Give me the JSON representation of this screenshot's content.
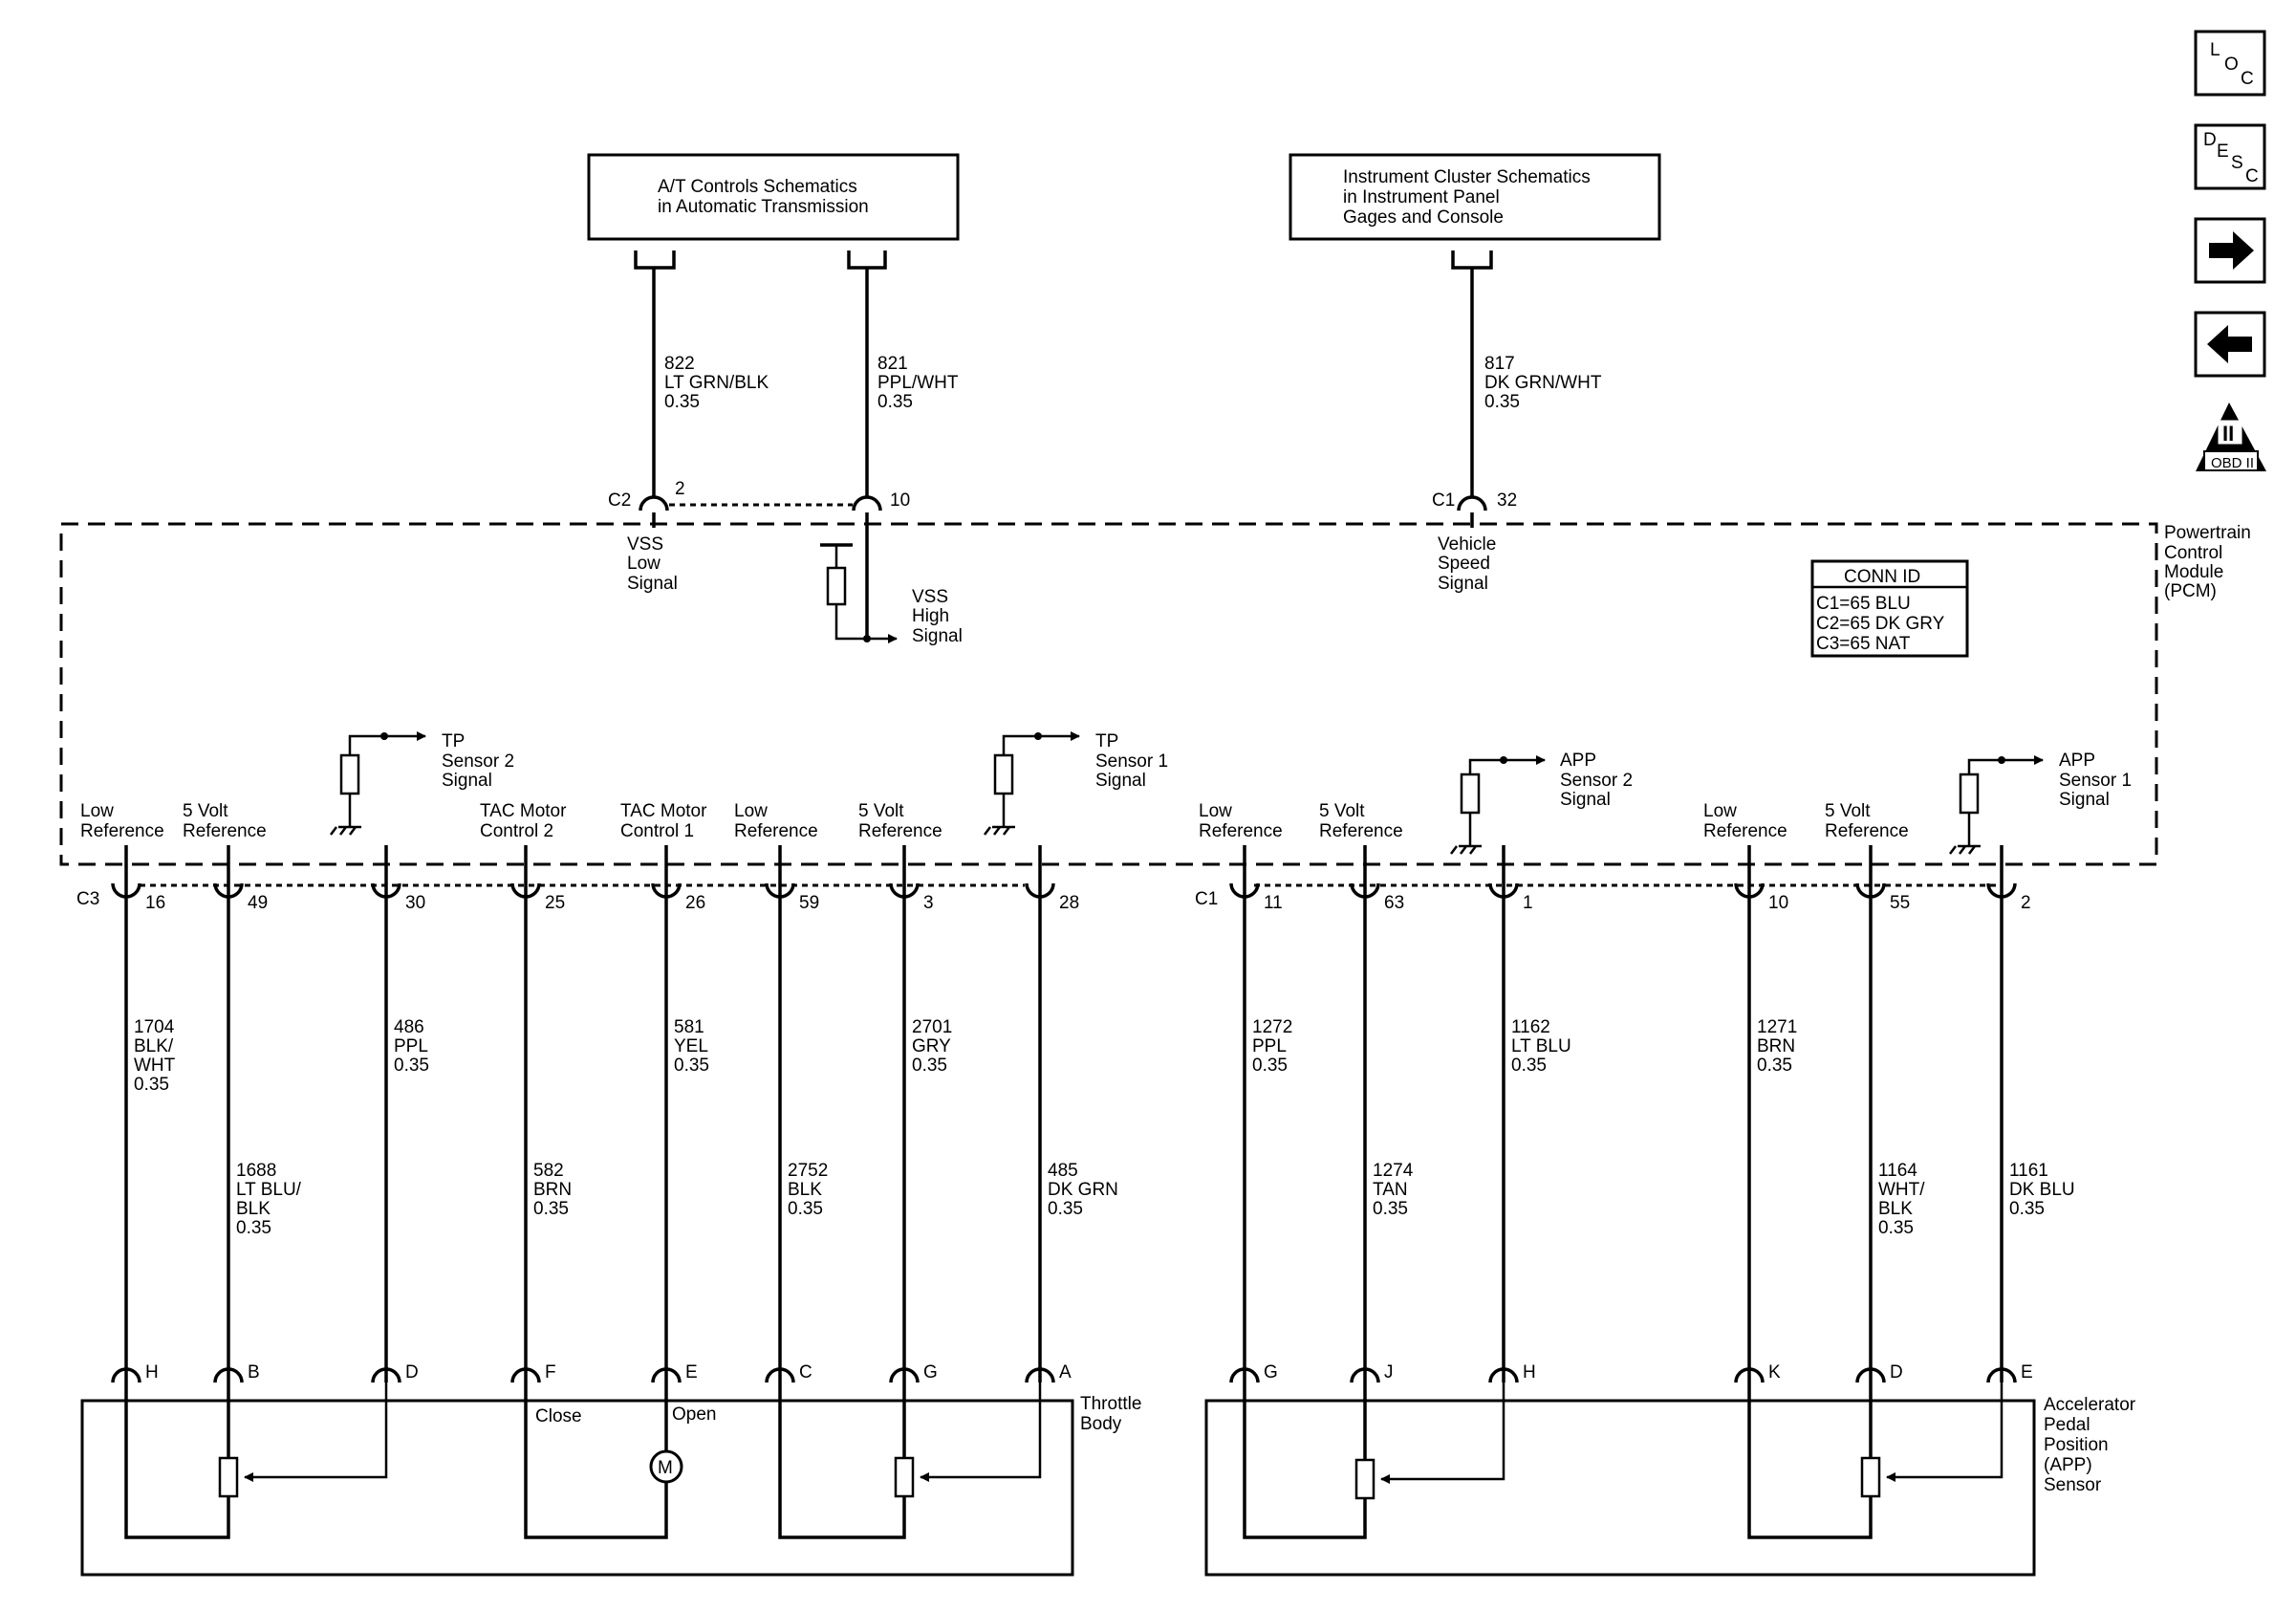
{
  "nav": {
    "loc": [
      "L",
      "O",
      "C"
    ],
    "desc": [
      "D",
      "E",
      "S",
      "C"
    ],
    "obd": {
      "numeral": "II",
      "label": "OBD II"
    }
  },
  "refs": {
    "at_controls": [
      "A/T Controls Schematics",
      "in Automatic Transmission"
    ],
    "instrument_cluster": [
      "Instrument Cluster Schematics",
      "in Instrument Panel",
      "Gages and Console"
    ]
  },
  "pcm": {
    "name": [
      "Powertrain",
      "Control",
      "Module",
      "(PCM)"
    ],
    "conn_id": {
      "title": "CONN ID",
      "lines": [
        "C1=65 BLU",
        "C2=65 DK GRY",
        "C3=65 NAT"
      ]
    }
  },
  "top_circuits": [
    {
      "id": "822",
      "lines": [
        "822",
        "LT GRN/BLK",
        "0.35"
      ],
      "connector": "C2",
      "pin": "2",
      "signal": [
        "VSS",
        "Low",
        "Signal"
      ]
    },
    {
      "id": "821",
      "lines": [
        "821",
        "PPL/WHT",
        "0.35"
      ],
      "connector": "",
      "pin": "10",
      "signal": [
        "VSS",
        "High",
        "Signal"
      ]
    },
    {
      "id": "817",
      "lines": [
        "817",
        "DK GRN/WHT",
        "0.35"
      ],
      "connector": "C1",
      "pin": "32",
      "signal": [
        "Vehicle",
        "Speed",
        "Signal"
      ]
    }
  ],
  "internal_signals": {
    "tp2": [
      "TP",
      "Sensor 2",
      "Signal"
    ],
    "tp1": [
      "TP",
      "Sensor 1",
      "Signal"
    ],
    "app2": [
      "APP",
      "Sensor 2",
      "Signal"
    ],
    "app1": [
      "APP",
      "Sensor 1",
      "Signal"
    ]
  },
  "bottom_circuits": [
    {
      "pcm_label": [
        "Low",
        "Reference"
      ],
      "connector": "C3",
      "pin": "16",
      "wire": [
        "1704",
        "BLK/",
        "WHT",
        "0.35"
      ],
      "sensor_pin": "H"
    },
    {
      "pcm_label": [
        "5 Volt",
        "Reference"
      ],
      "connector": "",
      "pin": "49",
      "wire": [
        "1688",
        "LT BLU/",
        "BLK",
        "0.35"
      ],
      "sensor_pin": "B"
    },
    {
      "pcm_label": [],
      "connector": "",
      "pin": "30",
      "wire": [
        "486",
        "PPL",
        "0.35"
      ],
      "sensor_pin": "D"
    },
    {
      "pcm_label": [
        "TAC Motor",
        "Control 2"
      ],
      "connector": "",
      "pin": "25",
      "wire": [
        "582",
        "BRN",
        "0.35"
      ],
      "sensor_pin": "F"
    },
    {
      "pcm_label": [
        "TAC Motor",
        "Control 1"
      ],
      "connector": "",
      "pin": "26",
      "wire": [
        "581",
        "YEL",
        "0.35"
      ],
      "sensor_pin": "E"
    },
    {
      "pcm_label": [
        "Low",
        "Reference"
      ],
      "connector": "",
      "pin": "59",
      "wire": [
        "2752",
        "BLK",
        "0.35"
      ],
      "sensor_pin": "C"
    },
    {
      "pcm_label": [
        "5 Volt",
        "Reference"
      ],
      "connector": "",
      "pin": "3",
      "wire": [
        "2701",
        "GRY",
        "0.35"
      ],
      "sensor_pin": "G"
    },
    {
      "pcm_label": [],
      "connector": "",
      "pin": "28",
      "wire": [
        "485",
        "DK GRN",
        "0.35"
      ],
      "sensor_pin": "A"
    },
    {
      "pcm_label": [
        "Low",
        "Reference"
      ],
      "connector": "C1",
      "pin": "11",
      "wire": [
        "1272",
        "PPL",
        "0.35"
      ],
      "sensor_pin": "G"
    },
    {
      "pcm_label": [
        "5 Volt",
        "Reference"
      ],
      "connector": "",
      "pin": "63",
      "wire": [
        "1274",
        "TAN",
        "0.35"
      ],
      "sensor_pin": "J"
    },
    {
      "pcm_label": [],
      "connector": "",
      "pin": "1",
      "wire": [
        "1162",
        "LT BLU",
        "0.35"
      ],
      "sensor_pin": "H"
    },
    {
      "pcm_label": [
        "Low",
        "Reference"
      ],
      "connector": "",
      "pin": "10",
      "wire": [
        "1271",
        "BRN",
        "0.35"
      ],
      "sensor_pin": "K"
    },
    {
      "pcm_label": [
        "5 Volt",
        "Reference"
      ],
      "connector": "",
      "pin": "55",
      "wire": [
        "1164",
        "WHT/",
        "BLK",
        "0.35"
      ],
      "sensor_pin": "D"
    },
    {
      "pcm_label": [],
      "connector": "",
      "pin": "2",
      "wire": [
        "1161",
        "DK BLU",
        "0.35"
      ],
      "sensor_pin": "E"
    }
  ],
  "components": {
    "throttle_body": {
      "name": [
        "Throttle",
        "Body"
      ],
      "close_label": "Close",
      "open_label": "Open",
      "motor_symbol": "M"
    },
    "app_sensor": {
      "name": [
        "Accelerator",
        "Pedal",
        "Position",
        "(APP)",
        "Sensor"
      ]
    }
  }
}
